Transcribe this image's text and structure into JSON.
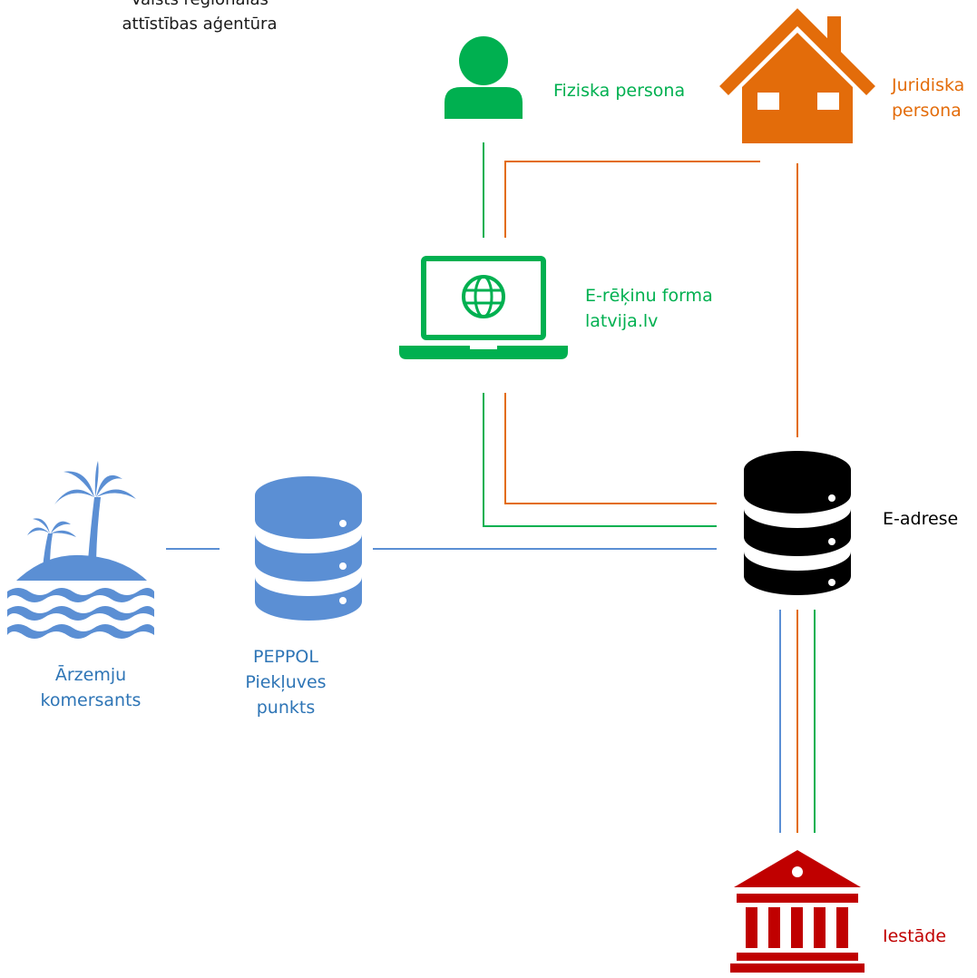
{
  "org": {
    "line1": "Valsts reģionālās",
    "line2": "attīstības aģentūra"
  },
  "nodes": {
    "person": {
      "label": "Fiziska persona",
      "icon": "person-icon"
    },
    "legal": {
      "line1": "Juridiska",
      "line2": "persona",
      "icon": "house-icon"
    },
    "form": {
      "line1": "E-rēķinu forma",
      "line2": "latvija.lv",
      "icon": "laptop-globe-icon"
    },
    "eaddress": {
      "label": "E-adrese",
      "icon": "database-icon"
    },
    "peppol": {
      "line1": "PEPPOL",
      "line2": "Piekļuves",
      "line3": "punkts",
      "icon": "database-icon"
    },
    "foreign": {
      "line1": "Ārzemju",
      "line2": "komersants",
      "icon": "island-icon"
    },
    "institution": {
      "label": "Iestāde",
      "icon": "institution-building-icon"
    }
  },
  "colors": {
    "green": "#00b050",
    "orange": "#e36c0a",
    "blue": "#5b8fd4",
    "blue_text": "#2e75b6",
    "black": "#000000",
    "red": "#c00000"
  }
}
